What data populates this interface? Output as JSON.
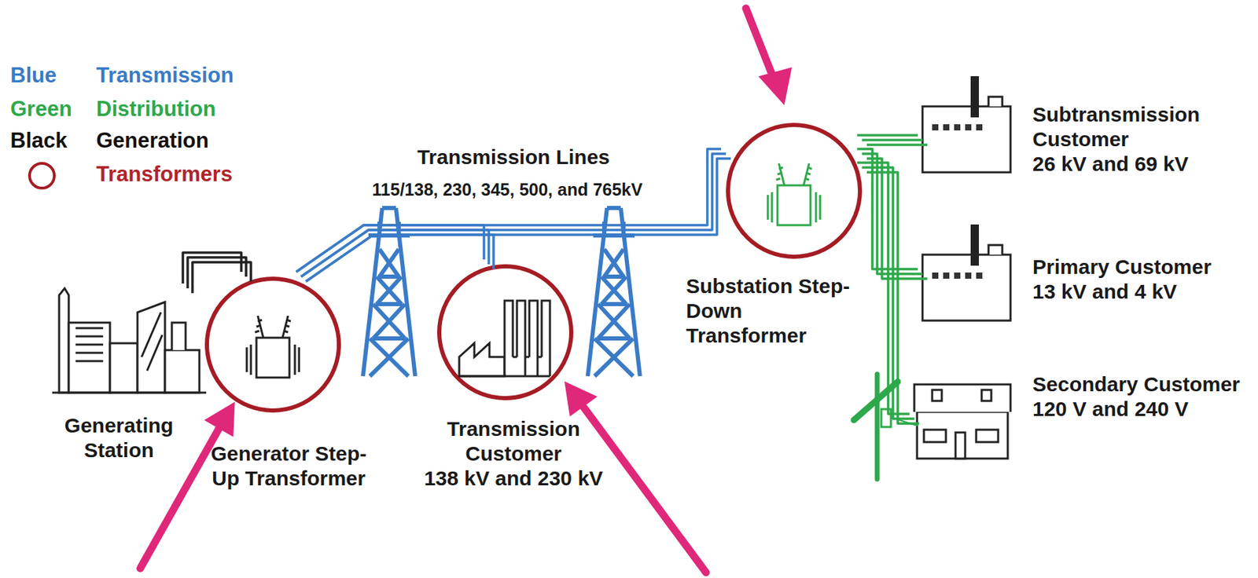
{
  "diagram": {
    "nodes": [
      {
        "text": [
          "Generating Station"
        ]
      },
      {
        "text": [
          "Generator Step-Up Transformer"
        ]
      },
      {
        "text": [
          "Transmission Customer",
          "138 kV and 230 kV"
        ]
      },
      {
        "text": [
          "Substation Step-Down Transformer"
        ]
      },
      {
        "text": [
          "Subtransmission Customer",
          "26 kV and 69 kV"
        ]
      },
      {
        "text": [
          "Primary Customer",
          "13 kV and 4 kV"
        ]
      },
      {
        "text": [
          "Secondary Customer",
          "120 V and 240 V"
        ]
      }
    ],
    "edges": [
      {
        "from": 0,
        "to": 1,
        "arrow": "none"
      },
      {
        "from": 1,
        "to": 2,
        "arrow": "none"
      },
      {
        "from": 1,
        "to": 3,
        "arrow": "none"
      },
      {
        "from": 3,
        "to": 4,
        "arrow": "none"
      },
      {
        "from": 3,
        "to": 5,
        "arrow": "none"
      },
      {
        "from": 3,
        "to": 6,
        "arrow": "none"
      }
    ],
    "labels": [
      "Blue",
      "Green",
      "Black",
      "Transmission Lines",
      "115/138, 230, 345, 500, and 765kV"
    ],
    "legend": [
      {
        "text": "Transmission",
        "color": "#3a7bc8"
      },
      {
        "text": "Distribution",
        "color": "#2ea84a"
      },
      {
        "text": "Generation",
        "color": "#111111"
      },
      {
        "text": "Transformers"
      }
    ]
  }
}
